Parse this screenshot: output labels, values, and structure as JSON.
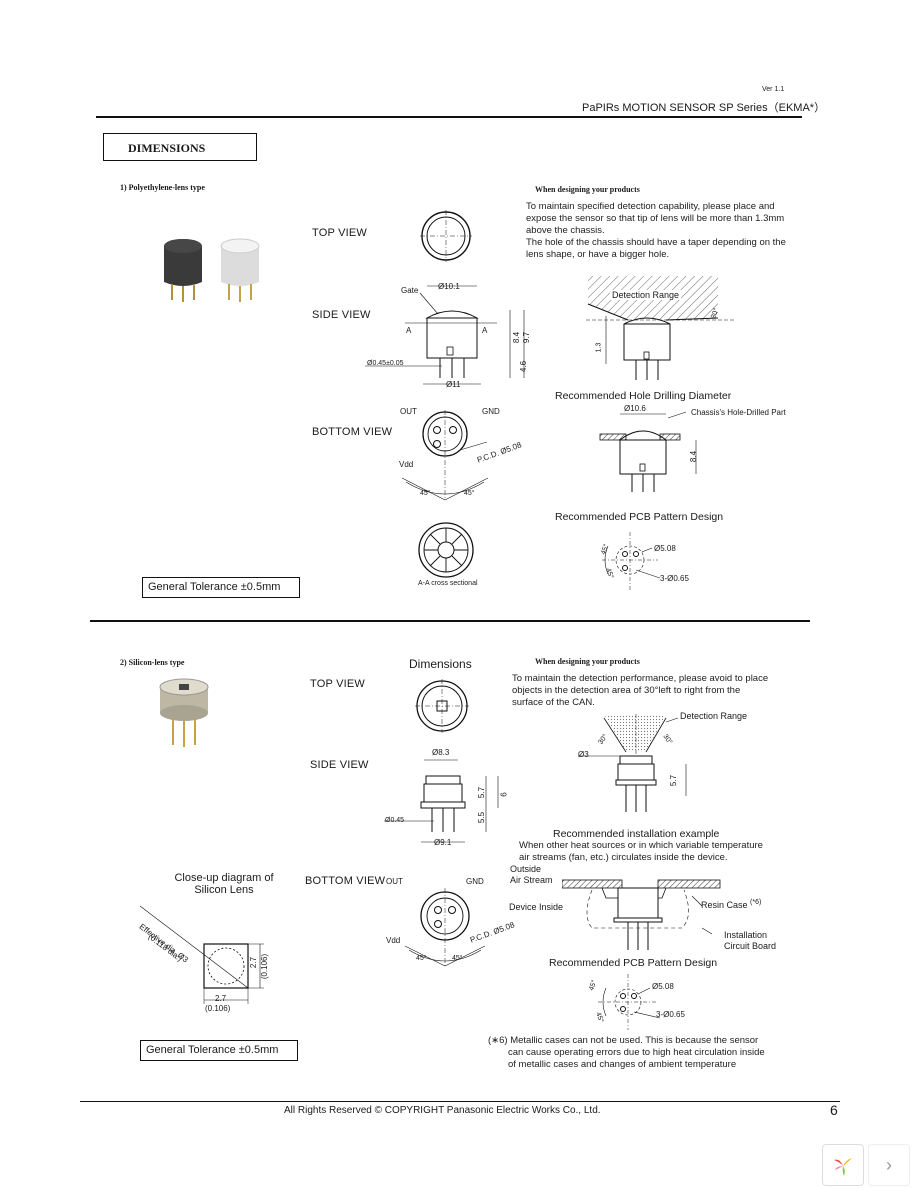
{
  "header": {
    "version": "Ver 1.1",
    "series": "PaPIRs MOTION SENSOR SP Series（EKMA*）"
  },
  "section_title": "DIMENSIONS",
  "part1": {
    "heading": "1) Polyethylene-lens type",
    "design_heading": "When designing your products",
    "design_lines": [
      "To maintain specified detection capability, please place and",
      "expose the sensor so that tip of lens will be more than 1.3mm",
      "above the chassis.",
      "The hole of the chassis should have a taper depending on the",
      "lens shape, or have a bigger hole."
    ],
    "views": {
      "top": "TOP VIEW",
      "side": "SIDE VIEW",
      "bottom": "BOTTOM VIEW"
    },
    "labels": {
      "gate": "Gate",
      "phi10_1": "Ø10.1",
      "phi11": "Ø11",
      "lead_dia": "Ø0.45±0.05",
      "dim_8_4": "8.4",
      "dim_9_7": "9.7",
      "dim_4_6": "4.6",
      "a": "A",
      "out": "OUT",
      "gnd": "GND",
      "vdd": "Vdd",
      "pcd": "P.C.D. Ø5.08",
      "ang45": "45°",
      "cross": "A-A cross sectional",
      "detection_range": "Detection Range",
      "deg20": "20°",
      "dim_1_3": "1.3",
      "hole_title": "Recommended Hole Drilling Diameter",
      "hole_phi": "Ø10.6",
      "hole_part": "Chassis's Hole-Drilled Part",
      "pcb_title": "Recommended PCB Pattern Design",
      "pcb_pcd": "Ø5.08",
      "pcb_holes": "3-Ø0.65"
    },
    "tolerance": "General Tolerance  ±0.5mm"
  },
  "part2": {
    "heading": "2) Silicon-lens type",
    "dimensions_title": "Dimensions",
    "design_heading": "When designing your products",
    "design_lines": [
      "To maintain the detection performance, please avoid to place",
      "objects in the detection area of 30°left to right from the",
      "surface of the CAN."
    ],
    "views": {
      "top": "TOP VIEW",
      "side": "SIDE VIEW",
      "bottom": "BOTTOM VIEW"
    },
    "labels": {
      "phi8_3": "Ø8.3",
      "phi9_1": "Ø9.1",
      "lead_dia": "Ø0.45",
      "dim_5_7": "5.7",
      "dim_6": "6",
      "dim_5_5": "5.5",
      "out": "OUT",
      "gnd": "GND",
      "vdd": "Vdd",
      "pcd": "P.C.D. Ø5.08",
      "ang45": "45°",
      "detection_range": "Detection Range",
      "deg30": "30°",
      "phi3": "Ø3",
      "dim_5_7b": "5.7",
      "closeup_title_1": "Close-up diagram of",
      "closeup_title_2": "Silicon Lens",
      "eff_dia_1": "Effective dia. Ø3",
      "eff_dia_2": "(0.118 dia.)",
      "dim_2_7": "2.7",
      "dim_0_106": "(0.106)",
      "install_title": "Recommended installation example",
      "install_note_1": "When other heat sources or in which variable temperature",
      "install_note_2": "air  streams (fan, etc.) circulates inside the device.",
      "outside_air_1": "Outside",
      "outside_air_2": "Air Stream",
      "device_inside": "Device Inside",
      "resin_case": "Resin Case",
      "resin_note": "(*6)",
      "install_board_1": "Installation",
      "install_board_2": "Circuit Board",
      "pcb_title": "Recommended PCB Pattern Design",
      "pcb_pcd": "Ø5.08",
      "pcb_holes": "3-Ø0.65"
    },
    "note_lines": [
      "(∗6) Metallic cases can not be used.  This is because the sensor",
      "can cause operating errors due to high heat circulation inside",
      "of metallic cases and changes of ambient temperature"
    ],
    "tolerance": "General Tolerance  ±0.5mm"
  },
  "footer": {
    "copyright": "All Rights Reserved © COPYRIGHT Panasonic Electric Works Co., Ltd.",
    "page": "6"
  },
  "viewer": {
    "next_icon": "chevron-right-icon",
    "logo_icon": "viewer-logo-icon"
  }
}
